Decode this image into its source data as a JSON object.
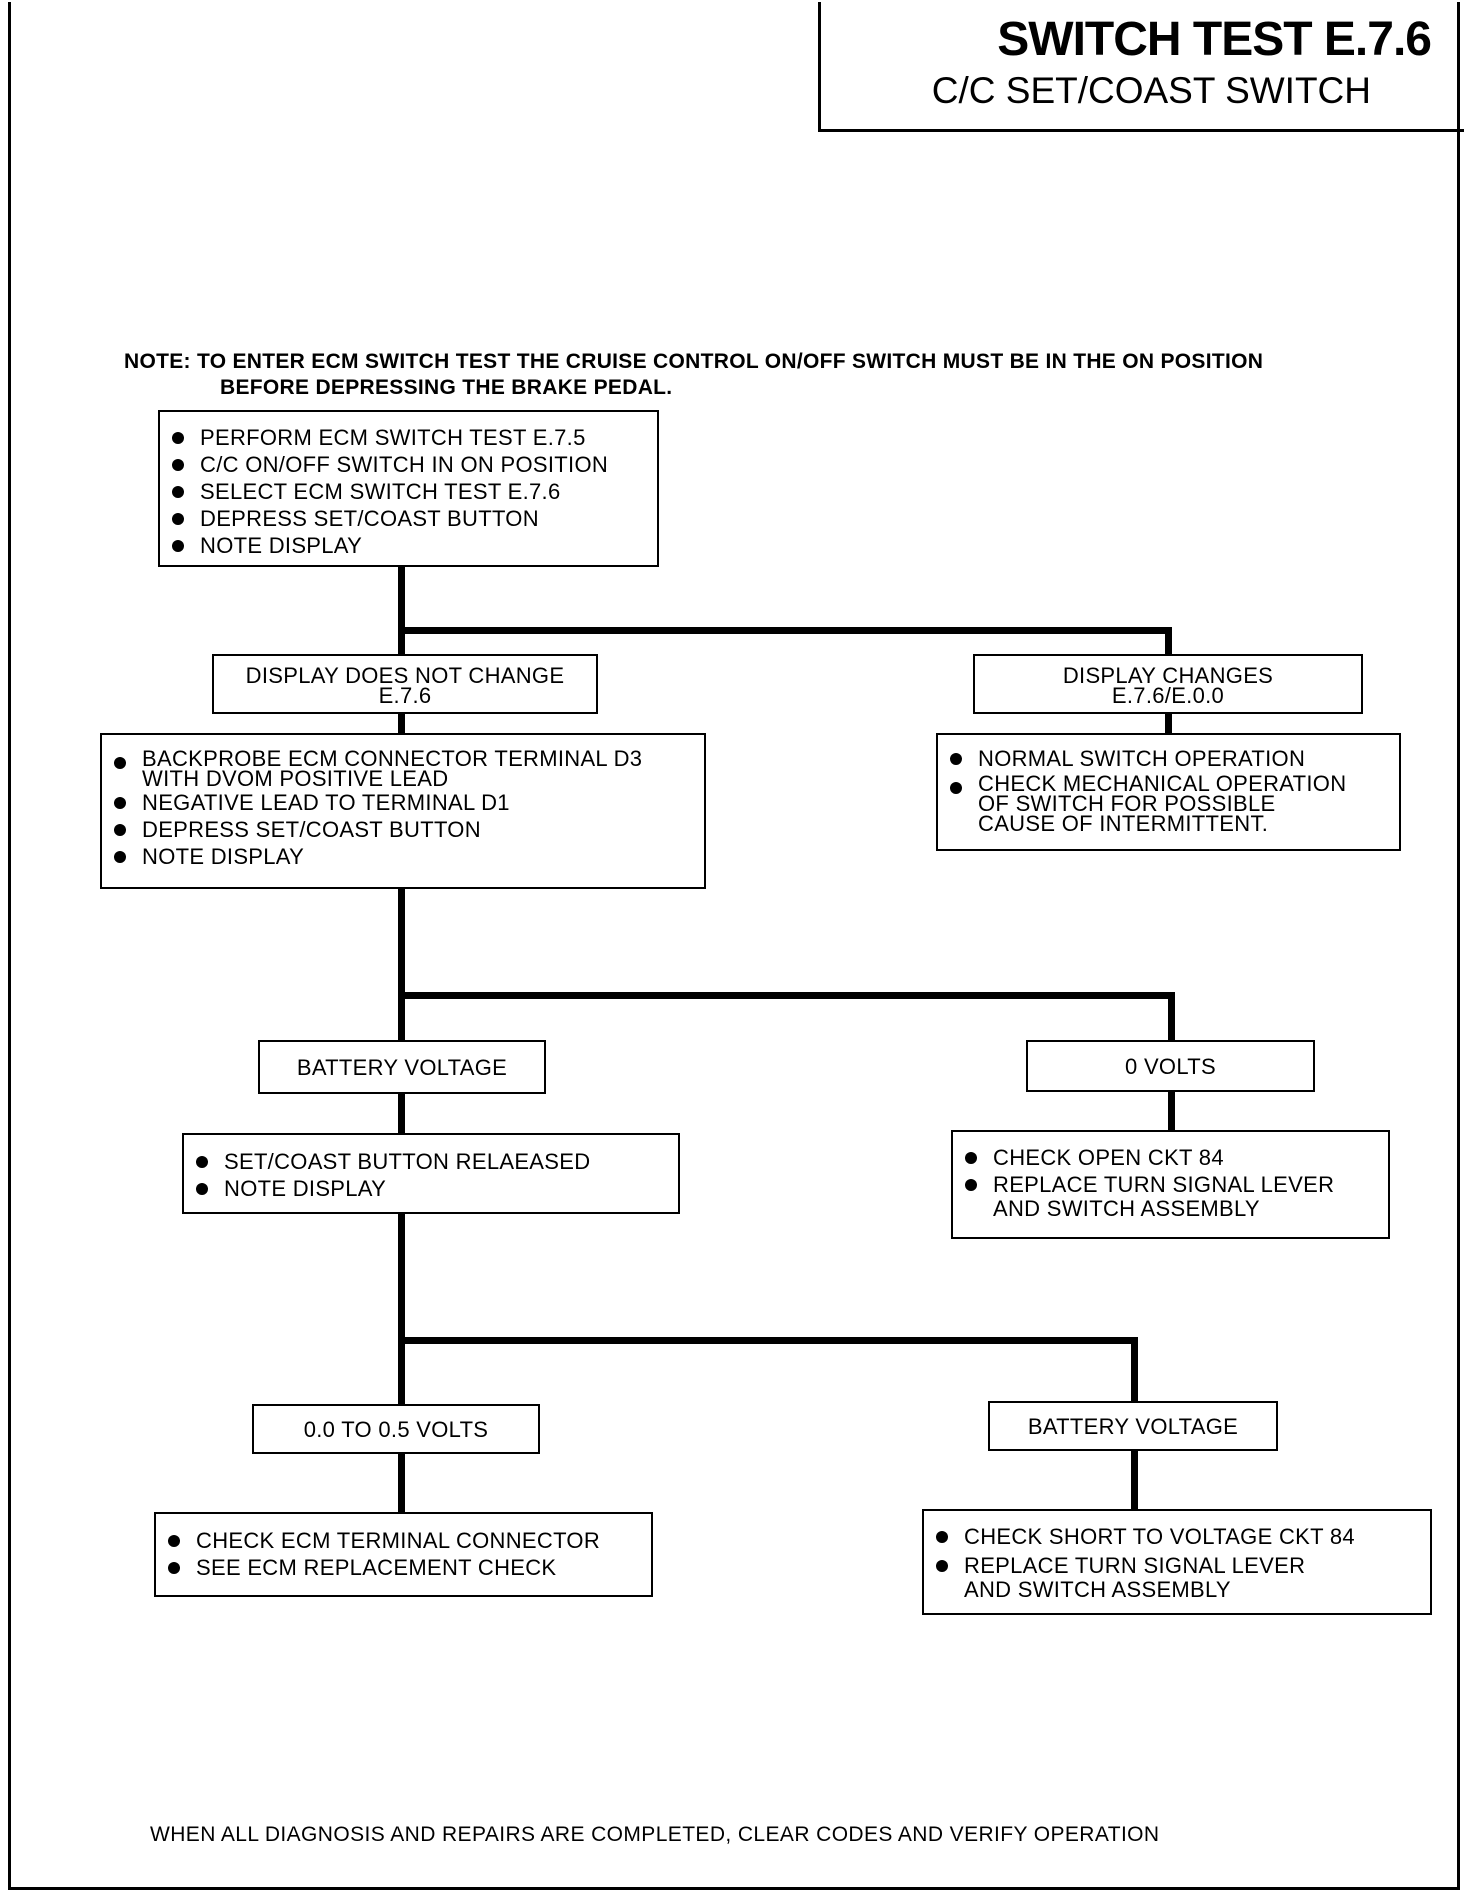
{
  "header": {
    "title": "SWITCH TEST E.7.6",
    "subtitle": "C/C SET/COAST SWITCH"
  },
  "note": {
    "line1": "NOTE: TO ENTER ECM SWITCH TEST THE CRUISE CONTROL ON/OFF SWITCH MUST BE IN THE ON POSITION",
    "line2": "BEFORE DEPRESSING THE BRAKE PEDAL."
  },
  "start_box": {
    "items": [
      "PERFORM ECM SWITCH TEST E.7.5",
      "C/C ON/OFF SWITCH IN ON POSITION",
      "SELECT ECM SWITCH TEST E.7.6",
      "DEPRESS SET/COAST BUTTON",
      "NOTE DISPLAY"
    ]
  },
  "branch1": {
    "left_result": {
      "line1": "DISPLAY DOES NOT CHANGE",
      "line2": "E.7.6"
    },
    "right_result": {
      "line1": "DISPLAY CHANGES",
      "line2": "E.7.6/E.0.0"
    },
    "left_actions": [
      {
        "line1": "BACKPROBE ECM CONNECTOR TERMINAL D3",
        "line2": "WITH DVOM POSITIVE LEAD"
      },
      {
        "line1": "NEGATIVE LEAD TO TERMINAL D1",
        "line2": ""
      },
      {
        "line1": "DEPRESS SET/COAST BUTTON",
        "line2": ""
      },
      {
        "line1": "NOTE DISPLAY",
        "line2": ""
      }
    ],
    "right_actions": [
      {
        "line1": "NORMAL SWITCH OPERATION",
        "line2": "",
        "line3": ""
      },
      {
        "line1": "CHECK MECHANICAL OPERATION",
        "line2": "OF SWITCH  FOR POSSIBLE",
        "line3": "CAUSE OF INTERMITTENT."
      }
    ]
  },
  "branch2": {
    "left_result": "BATTERY VOLTAGE",
    "right_result": "0 VOLTS",
    "left_actions": [
      "SET/COAST BUTTON RELAEASED",
      "NOTE DISPLAY"
    ],
    "right_actions": [
      {
        "line1": "CHECK OPEN CKT 84",
        "line2": ""
      },
      {
        "line1": "REPLACE TURN SIGNAL LEVER",
        "line2": "AND SWITCH ASSEMBLY"
      }
    ]
  },
  "branch3": {
    "left_result": "0.0 TO 0.5 VOLTS",
    "right_result": "BATTERY VOLTAGE",
    "left_actions": [
      "CHECK ECM TERMINAL CONNECTOR",
      "SEE ECM REPLACEMENT  CHECK"
    ],
    "right_actions": [
      {
        "line1": "CHECK SHORT TO VOLTAGE CKT 84",
        "line2": ""
      },
      {
        "line1": "REPLACE TURN SIGNAL LEVER",
        "line2": "AND SWITCH ASSEMBLY"
      }
    ]
  },
  "footer": "WHEN ALL DIAGNOSIS AND REPAIRS ARE COMPLETED, CLEAR CODES AND VERIFY OPERATION"
}
